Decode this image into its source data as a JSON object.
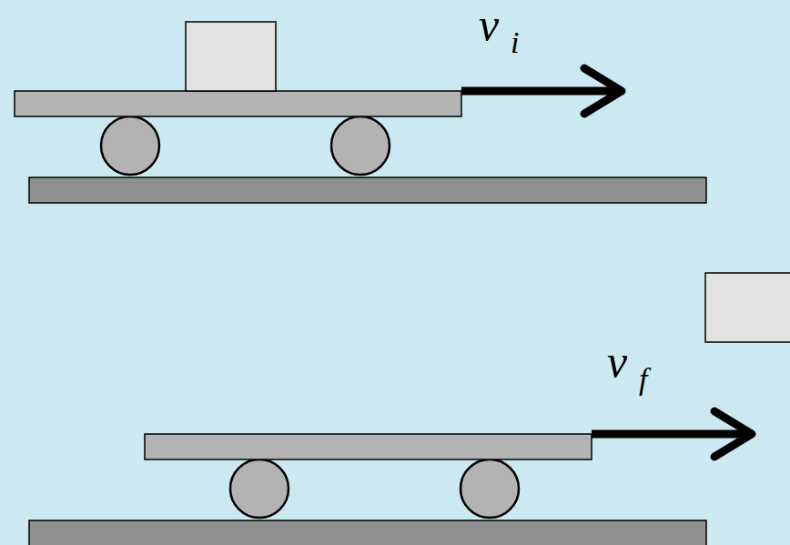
{
  "diagram": {
    "labels": [
      "v",
      "i",
      "v",
      "f"
    ]
  }
}
